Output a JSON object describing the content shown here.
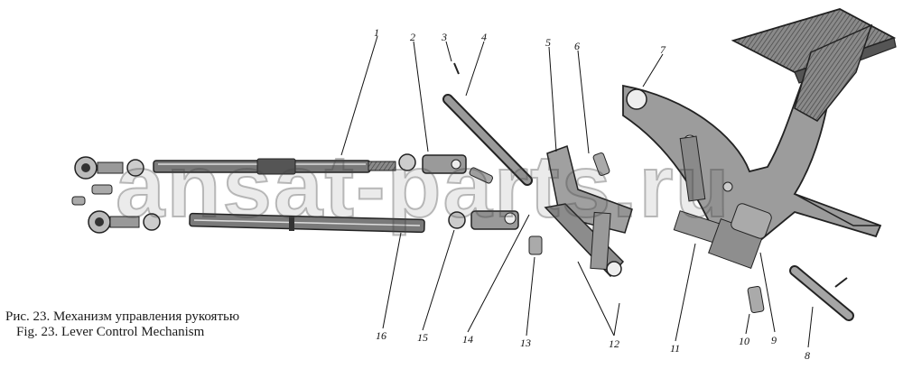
{
  "caption": {
    "ru": "Рис. 23. Механизм управления рукоятью",
    "en": "Fig. 23. Lever Control Mechanism"
  },
  "watermark": "ansat-parts.ru",
  "callouts": [
    "1",
    "2",
    "3",
    "4",
    "5",
    "6",
    "7",
    "8",
    "9",
    "10",
    "11",
    "12",
    "13",
    "14",
    "15",
    "16"
  ],
  "colors": {
    "ink": "#111111",
    "paper": "#ffffff",
    "shade": "#6e6e6e"
  }
}
